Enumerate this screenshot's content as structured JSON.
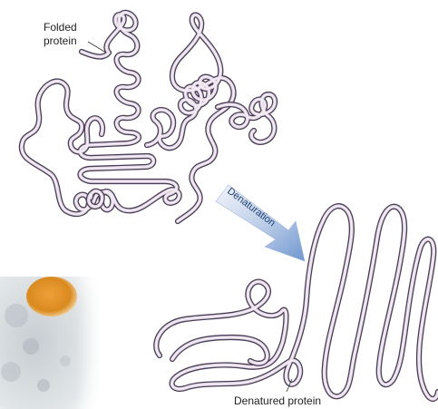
{
  "labels": {
    "folded": [
      "Folded",
      "protein"
    ],
    "arrow": "Denaturation",
    "denatured": "Denatured protein"
  },
  "colors": {
    "ribbon_fill": "#e6dbe9",
    "ribbon_edge": "#4a3d56",
    "arrow_start": "#f3f6fb",
    "arrow_end": "#6f97cf",
    "photo_bg": "#d9dde0",
    "photo_spot": "#d98a1f"
  }
}
